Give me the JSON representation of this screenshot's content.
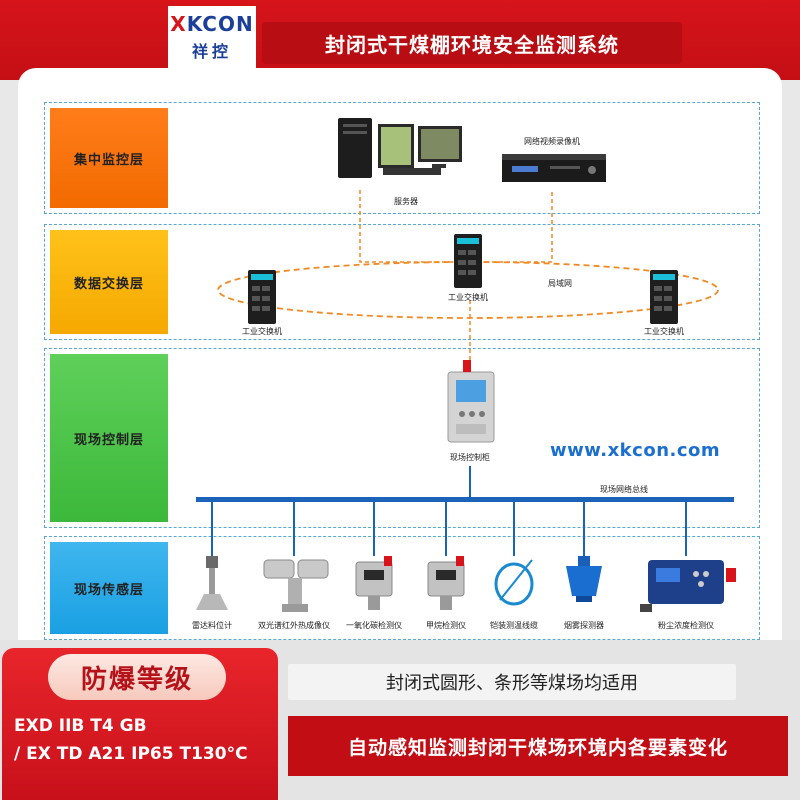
{
  "header": {
    "logo_en_prefix": "X",
    "logo_en_rest": "KCON",
    "logo_cn": "祥控",
    "title": "封闭式干煤棚环境安全监测系统"
  },
  "layers": [
    {
      "label": "集中监控层"
    },
    {
      "label": "数据交换层"
    },
    {
      "label": "现场控制层"
    },
    {
      "label": "现场传感层"
    }
  ],
  "devices": {
    "server": "服务器",
    "nvr": "网络视频录像机",
    "switch_top": "工业交换机",
    "switch_left": "工业交换机",
    "switch_right": "工业交换机",
    "lan": "局域网",
    "cabinet": "现场控制柜",
    "bus": "现场网络总线"
  },
  "website": "www.xkcon.com",
  "sensors": [
    {
      "label": "雷达料位计"
    },
    {
      "label": "双光谱红外热成像仪"
    },
    {
      "label": "一氧化碳检测仪"
    },
    {
      "label": "甲烷检测仪"
    },
    {
      "label": "铠装测温线缆"
    },
    {
      "label": "烟雾探测器"
    },
    {
      "label": "粉尘浓度检测仪"
    }
  ],
  "bottom": {
    "badge_title": "防爆等级",
    "badge_line1": "EXD IIB T4 GB",
    "badge_line2": "/ EX TD A21 IP65 T130°C",
    "note1": "封闭式圆形、条形等煤场均适用",
    "note2": "自动感知监测封闭干煤场环境内各要素变化"
  },
  "colors": {
    "brand_red": "#d6141a",
    "logo_blue": "#1b3f9a",
    "dash_blue": "#5aa6d6",
    "lan_orange": "#f08a24",
    "bus_blue": "#1a63b8",
    "website_blue": "#1a6fd0"
  }
}
